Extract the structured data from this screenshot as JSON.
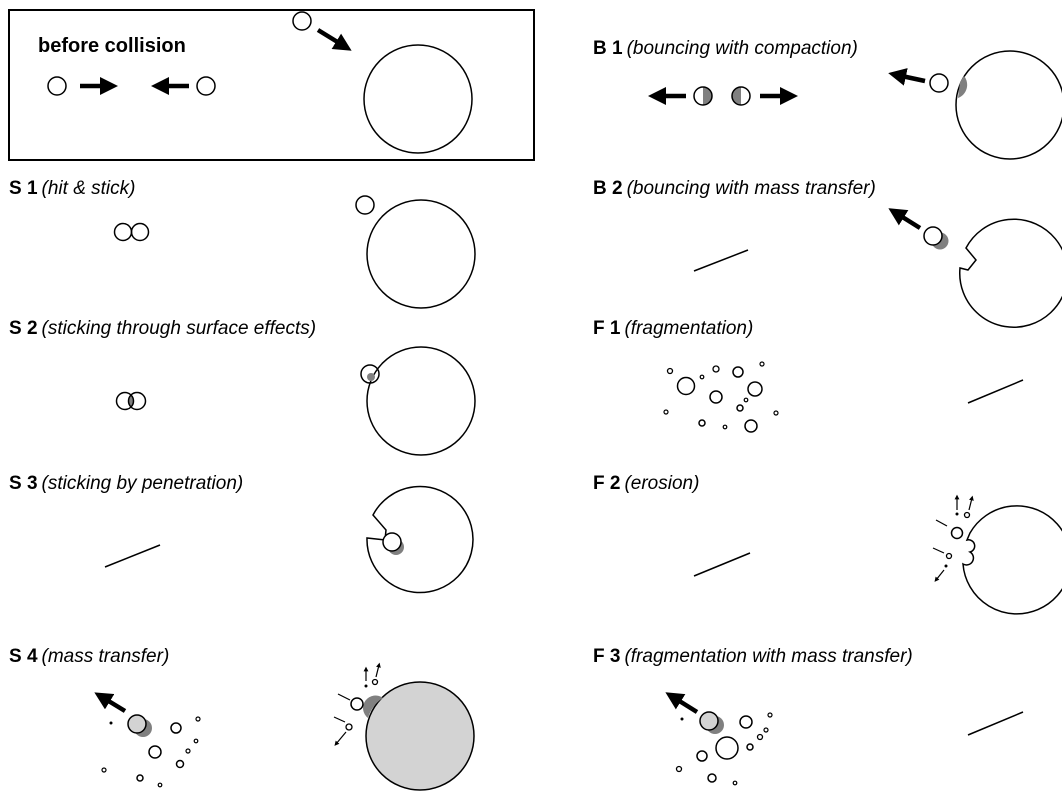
{
  "before": {
    "label": "before collision"
  },
  "panels": [
    {
      "id": "S1",
      "code": "S 1",
      "desc": "(hit & stick)"
    },
    {
      "id": "S2",
      "code": "S 2",
      "desc": "(sticking through surface effects)"
    },
    {
      "id": "S3",
      "code": "S 3",
      "desc": "(sticking by penetration)"
    },
    {
      "id": "S4",
      "code": "S 4",
      "desc": "(mass transfer)"
    },
    {
      "id": "B1",
      "code": "B 1",
      "desc": "(bouncing with compaction)"
    },
    {
      "id": "B2",
      "code": "B 2",
      "desc": "(bouncing with mass transfer)"
    },
    {
      "id": "F1",
      "code": "F 1",
      "desc": "(fragmentation)"
    },
    {
      "id": "F2",
      "code": "F 2",
      "desc": "(erosion)"
    },
    {
      "id": "F3",
      "code": "F 3",
      "desc": "(fragmentation with mass transfer)"
    }
  ],
  "colors": {
    "stroke": "#000000",
    "shade": "#808080",
    "fill_grey": "#d3d3d3",
    "background": "#ffffff"
  }
}
